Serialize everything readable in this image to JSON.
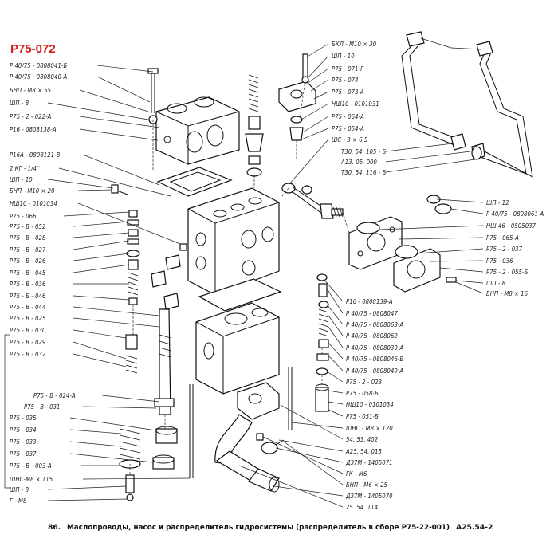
{
  "diagram": {
    "code": "Р75-072",
    "caption": {
      "number": "86.",
      "text": "Маслопроводы, насос и распределитель гидросистемы (распределитель в сборе Р75-22-001)",
      "ref": "А25.54-2"
    },
    "labels_left": [
      "Р 40/75 - 0808041-Б",
      "Р 40/75 - 0808040-А",
      "БНП - М8 × 55",
      "ШП - 8",
      "Р75 - 2 - 022-А",
      "Р16 - 0808138-А",
      "Р16А - 0808121-В",
      "2 КГ - 1/4''",
      "ШП - 10",
      "БНП - М10 × 20",
      "НШ10 - 0101034",
      "Р75 - 066",
      "Р75 - В - 052",
      "Р75 - В - 028",
      "Р75 - В - 027",
      "Р75 - В - 026",
      "Р75 - В - 045",
      "Р75 - В - 036",
      "Р75 - Б - 046",
      "Р75 - В - 044",
      "Р75 - В - 025",
      "Р75 - В - 030",
      "Р75 - В - 029",
      "Р75 - В - 032",
      "Р75 - В - 024-А",
      "Р75 - В - 031",
      "Р75 - 035",
      "Р75 - 034",
      "Р75 - 033",
      "Р75 - 037",
      "Р75 - В - 003-А",
      "ШНС-М8 × 115",
      "ШП - 8",
      "Г - М8"
    ],
    "labels_top": [
      "БКЛ - М10 × 30",
      "ШП - 10",
      "Р75 - 071-Г",
      "Р75 - 074",
      "Р75 - 073-А",
      "НШ10 - 0101031",
      "Р75 - 064-А",
      "Р75 - 054-А",
      "ШС - 3 × 6,5",
      "Т30. 54. 105 - Б",
      "А13. 05. 000",
      "Т30. 54. 116 - Б"
    ],
    "labels_right": [
      "ШП - 12",
      "Р 40/75 - 0808061-А",
      "НШ 46 - 0505037",
      "Р75 - 065-А",
      "Р75 - 2 - 037",
      "Р75 - 036",
      "Р75 - 2 - 055-Б",
      "ШП - 8",
      "БНП - М8 × 16"
    ],
    "labels_bottom": [
      "Р16 - 0808139-А",
      "Р 40/75 - 0808047",
      "Р 40/75 - 0808063-А",
      "Р 40/75 - 0808062",
      "Р 40/75 - 0808039-А",
      "Р 40/75 - 0808046-Б",
      "Р 40/75 - 0808049-А",
      "Р75 - 2 - 023",
      "Р75 - 058-Б",
      "НШ10 - 0101034",
      "Р75 - 051-Б",
      "ШНС - М8 × 120",
      "54. 53. 402",
      "А25. 54. 015",
      "ДЗ7М - 1405071",
      "ГК - М6",
      "БНП - М6 × 25",
      "ДЗ7М - 1405070",
      "25. 54. 114"
    ]
  }
}
